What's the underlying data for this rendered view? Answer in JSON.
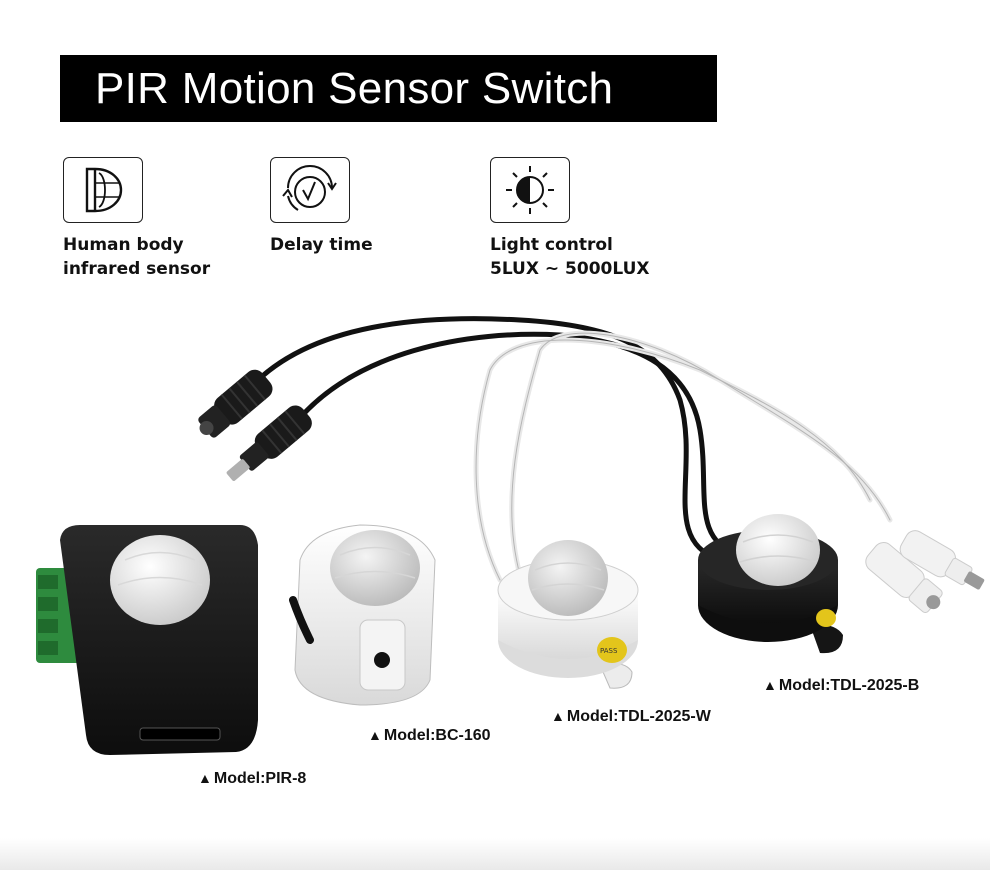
{
  "title": "PIR Motion Sensor Switch",
  "features": [
    {
      "icon": "pir-sensor-icon",
      "label_line1": "Human body",
      "label_line2": "infrared sensor"
    },
    {
      "icon": "delay-timer-icon",
      "label_line1": "Delay time",
      "label_line2": ""
    },
    {
      "icon": "light-control-icon",
      "label_line1": "Light control",
      "label_line2": "5LUX ~ 5000LUX"
    }
  ],
  "products": [
    {
      "marker": "▲",
      "label": "Model:PIR-8"
    },
    {
      "marker": "▲",
      "label": "Model:BC-160"
    },
    {
      "marker": "▲",
      "label": "Model:TDL-2025-W"
    },
    {
      "marker": "▲",
      "label": "Model:TDL-2025-B"
    }
  ],
  "printed_marks": {
    "pass_sticker": "PASS"
  }
}
